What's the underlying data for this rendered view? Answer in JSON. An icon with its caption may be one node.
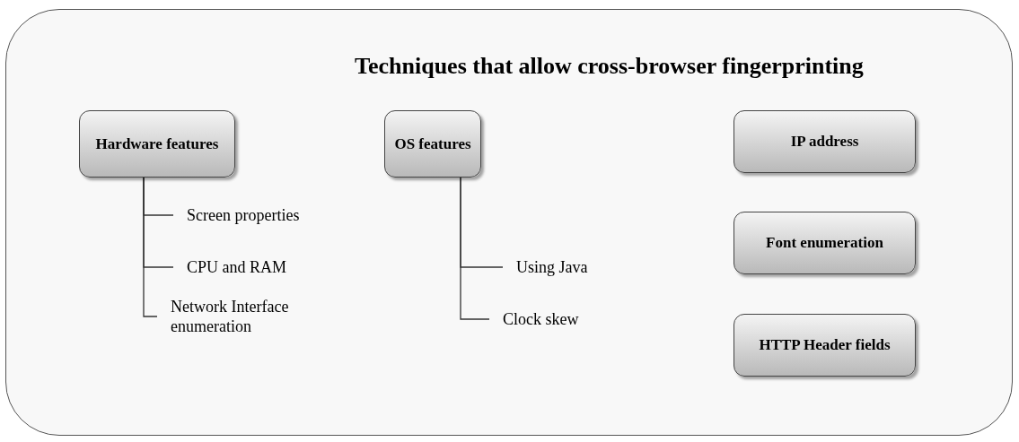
{
  "diagram": {
    "title": "Techniques that allow cross-browser fingerprinting",
    "nodes": [
      {
        "text": [
          "Hardware features"
        ]
      },
      {
        "text": [
          "Screen properties"
        ]
      },
      {
        "text": [
          "CPU and RAM"
        ]
      },
      {
        "text": [
          "Network Interface enumeration"
        ]
      },
      {
        "text": [
          "OS features"
        ]
      },
      {
        "text": [
          "Using Java"
        ]
      },
      {
        "text": [
          "Clock skew"
        ]
      },
      {
        "text": [
          "IP address"
        ]
      },
      {
        "text": [
          "Font enumeration"
        ]
      },
      {
        "text": [
          "HTTP Header fields"
        ]
      }
    ],
    "edges": [
      {
        "from": 0,
        "to": 1,
        "arrow": "none"
      },
      {
        "from": 0,
        "to": 2,
        "arrow": "none"
      },
      {
        "from": 0,
        "to": 3,
        "arrow": "none"
      },
      {
        "from": 4,
        "to": 5,
        "arrow": "none"
      },
      {
        "from": 4,
        "to": 6,
        "arrow": "none"
      }
    ]
  }
}
